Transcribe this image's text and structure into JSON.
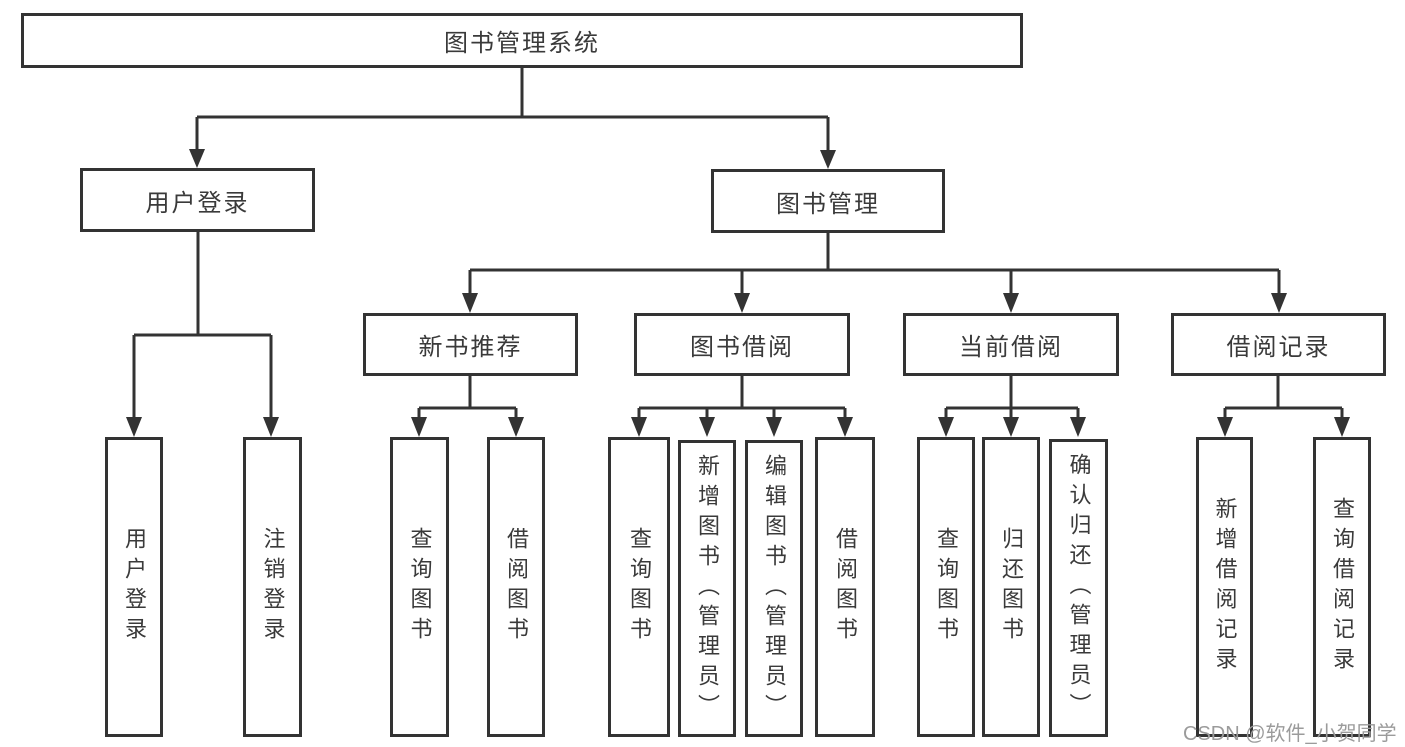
{
  "tree": {
    "label": "图书管理系统",
    "children": [
      {
        "label": "用户登录",
        "children": [
          {
            "label": "用户登录"
          },
          {
            "label": "注销登录"
          }
        ]
      },
      {
        "label": "图书管理",
        "children": [
          {
            "label": "新书推荐",
            "children": [
              {
                "label": "查询图书"
              },
              {
                "label": "借阅图书"
              }
            ]
          },
          {
            "label": "图书借阅",
            "children": [
              {
                "label": "查询图书"
              },
              {
                "label": "新增图书（管理员）"
              },
              {
                "label": "编辑图书（管理员）"
              },
              {
                "label": "借阅图书"
              }
            ]
          },
          {
            "label": "当前借阅",
            "children": [
              {
                "label": "查询图书"
              },
              {
                "label": "归还图书"
              },
              {
                "label": "确认归还（管理员）"
              }
            ]
          },
          {
            "label": "借阅记录",
            "children": [
              {
                "label": "新增借阅记录"
              },
              {
                "label": "查询借阅记录"
              }
            ]
          }
        ]
      }
    ]
  },
  "watermark": {
    "text": "CSDN @软件_小贺同学"
  },
  "colors": {
    "line": "#333333",
    "box-fill": "#ffffff",
    "background": "#ffffff",
    "watermark": "#9b9b9b"
  }
}
